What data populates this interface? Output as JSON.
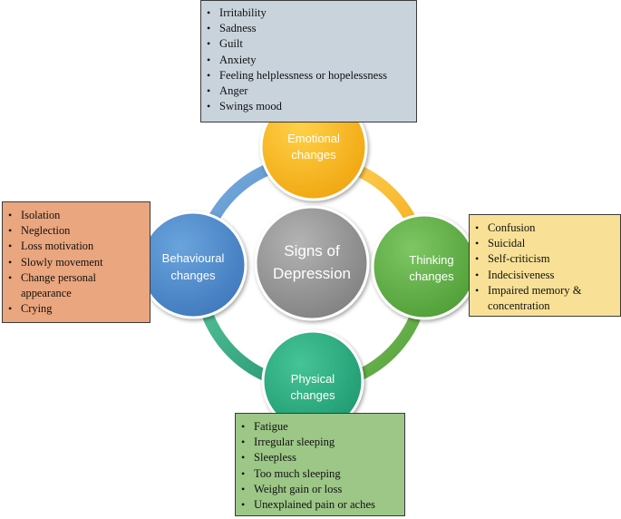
{
  "center": {
    "line1": "Signs of",
    "line2": "Depression"
  },
  "nodes": {
    "emotional": {
      "line1": "Emotional",
      "line2": "changes",
      "color": "#f7b41c"
    },
    "behavioural": {
      "line1": "Behavioural",
      "line2": "changes",
      "color": "#4d88c8"
    },
    "thinking": {
      "line1": "Thinking",
      "line2": "changes",
      "color": "#67b34a"
    },
    "physical": {
      "line1": "Physical",
      "line2": "changes",
      "color": "#2db08a"
    }
  },
  "boxes": {
    "emotional": {
      "color": "#c9d3dc",
      "items": [
        "Irritability",
        "Sadness",
        "Guilt",
        "Anxiety",
        "Feeling helplessness or hopelessness",
        "Anger",
        "Swings mood"
      ]
    },
    "behavioural": {
      "color": "#eaa67e",
      "items": [
        "Isolation",
        "Neglection",
        "Loss motivation",
        "Slowly movement",
        "Change personal appearance",
        "Crying"
      ]
    },
    "thinking": {
      "color": "#f8e196",
      "items": [
        "Confusion",
        "Suicidal",
        "Self-criticism",
        "Indecisiveness",
        "Impaired memory & concentration"
      ]
    },
    "physical": {
      "color": "#9dc787",
      "items": [
        "Fatigue",
        "Irregular sleeping",
        "Sleepless",
        "Too much sleeping",
        "Weight gain or loss",
        "Unexplained pain or aches"
      ]
    }
  }
}
